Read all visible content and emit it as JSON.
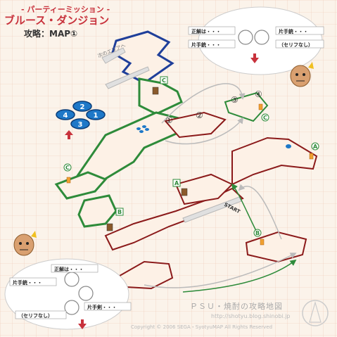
{
  "header": {
    "subtitle": "- パーティーミッション -",
    "title": "ブルース・ダンジョン",
    "map_label": "攻略：MAP①"
  },
  "legend_top": {
    "item1": "正解は・・・",
    "item2": "片手銃・・・",
    "item3": "片手銃・・・",
    "item4": "（セリフなし）"
  },
  "legend_bottom": {
    "item1": "正解は・・・",
    "item2": "片手銃・・・",
    "item3": "片手剣・・・",
    "item4": "（セリフなし）"
  },
  "map_labels": {
    "next_area": "次のエリアへ",
    "start": "START",
    "markers": [
      "①",
      "②",
      "③",
      "④"
    ],
    "letters": [
      "A",
      "A",
      "B",
      "B",
      "C",
      "C"
    ],
    "order": [
      "1",
      "2",
      "3",
      "4"
    ]
  },
  "footer": {
    "brand": "ＰＳＵ・焼酎の攻略地図",
    "url": "http://shotyu.blog.shinobi.jp",
    "copyright": "Copyright © 2006 SEGA・SyotyuMAP All Rights Reserved"
  },
  "colors": {
    "background": "#fbf3ea",
    "grid": "#efc8b4",
    "floor": "#fdf1e6",
    "wall_red": "#8b1a1a",
    "wall_green": "#2e8b3a",
    "wall_blue": "#1f3f9a",
    "wall_gray": "#b7b7b7",
    "accent_red": "#c8323c",
    "disc_blue": "#1e78c8"
  }
}
